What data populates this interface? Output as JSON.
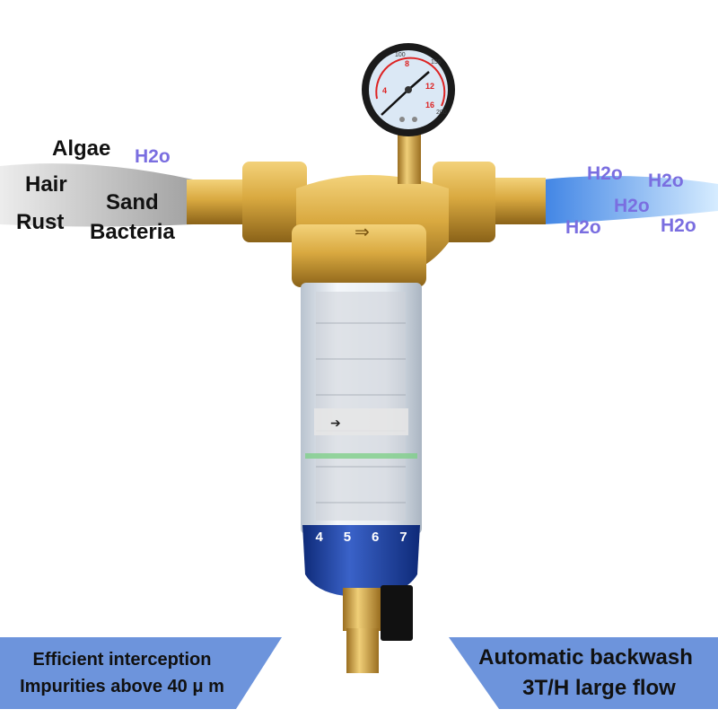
{
  "product": {
    "contaminants": {
      "algae": "Algae",
      "hair": "Hair",
      "rust": "Rust",
      "sand": "Sand",
      "bacteria": "Bacteria",
      "water_in": "H2o"
    },
    "clean_water": [
      "H2o",
      "H2o",
      "H2o",
      "H2o",
      "H2o"
    ],
    "gauge": {
      "inner_scale": [
        "4",
        "8",
        "12",
        "16"
      ],
      "outer_scale": [
        "100",
        "150",
        "200"
      ]
    },
    "bowl_scale": [
      "4",
      "5",
      "6",
      "7"
    ]
  },
  "banners": {
    "left": {
      "line1": "Efficient interception",
      "line2": "Impurities above 40 μ m"
    },
    "right": {
      "line1": "Automatic backwash",
      "line2": "3T/H large flow"
    }
  },
  "colors": {
    "banner": "#6d94dc",
    "brass": "#d9a940",
    "water_text": "#7a6ee0",
    "bowl_base": "#1d3f9a"
  }
}
